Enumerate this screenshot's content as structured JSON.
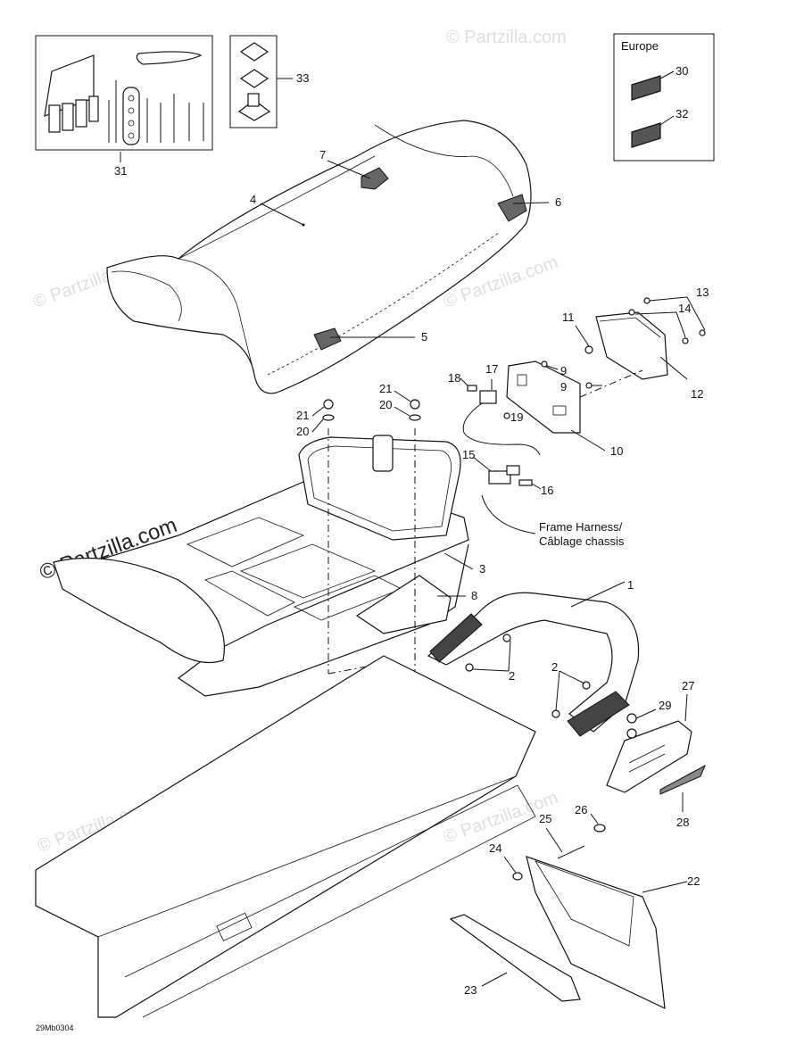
{
  "diagram": {
    "doc_code": "29Mb0304",
    "europe_box_title": "Europe",
    "harness_label_line1": "Frame Harness/",
    "harness_label_line2": "Câblage chassis",
    "watermark": "© Partzilla.com",
    "callouts": {
      "c1": "1",
      "c2a": "2",
      "c2b": "2",
      "c3": "3",
      "c4": "4",
      "c5": "5",
      "c6": "6",
      "c7": "7",
      "c8": "8",
      "c9a": "9",
      "c9b": "9",
      "c10": "10",
      "c11": "11",
      "c12": "12",
      "c13": "13",
      "c14": "14",
      "c15": "15",
      "c16": "16",
      "c17": "17",
      "c18": "18",
      "c19": "19",
      "c20a": "20",
      "c20b": "20",
      "c21a": "21",
      "c21b": "21",
      "c22": "22",
      "c23": "23",
      "c24": "24",
      "c25": "25",
      "c26": "26",
      "c27": "27",
      "c28": "28",
      "c29": "29",
      "c30": "30",
      "c31": "31",
      "c32": "32",
      "c33": "33"
    }
  }
}
